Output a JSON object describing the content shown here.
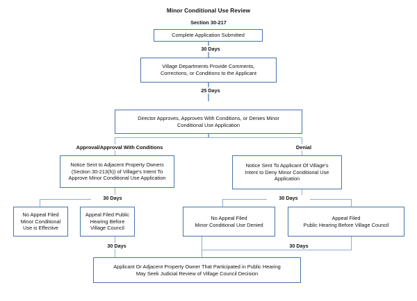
{
  "diagram": {
    "title": "Minor Conditional Use Review",
    "subtitle": "Section 30-217",
    "accent_color": "#4472a8",
    "line_color": "#8faad2",
    "background_color": "#ffffff",
    "text_color": "#111111"
  },
  "nodes": {
    "complete_application": "Complete Application Submitted",
    "village_departments": "Village Departments Provide Comments,\nCorrections, or Conditions to the Applicant",
    "director_decision": "Director Approves, Approves With Conditions, or Denies Minor\nConditional Use Application",
    "notice_adjacent_owners": "Notice Sent to Adjacent Property Owners\n(Section 30-213(h)) of Village's Intent To\nApprove Minor Conditional Use Application",
    "notice_applicant_deny": "Notice Sent To Applicant Of Village's\nIntent to Deny Minor Conditional Use\nApplication",
    "no_appeal_effective": "No Appeal Filed\nMinor Conditional\nUse is Effective",
    "appeal_public_hearing_left": "Appeal Filed  Public\nHearing Before\nVillage Council",
    "no_appeal_denied": "No Appeal Filed\nMinor Conditional Use Denied",
    "appeal_public_hearing_right": "Appeal Filed\nPublic Hearing Before Village Council",
    "judicial_review": "Applicant Or Adjacent Property Owner That Participated in Public Hearing\nMay Seek Judicial Review of Village Council Decision"
  },
  "branch_labels": {
    "approval": "Approval/Approval With Conditions",
    "denial": "Denial"
  },
  "edge_labels": {
    "e1": "30 Days",
    "e2": "25 Days",
    "e3": "30 Days",
    "e4": "30 Days",
    "e5": "30 Days",
    "e6": "30 Days"
  }
}
